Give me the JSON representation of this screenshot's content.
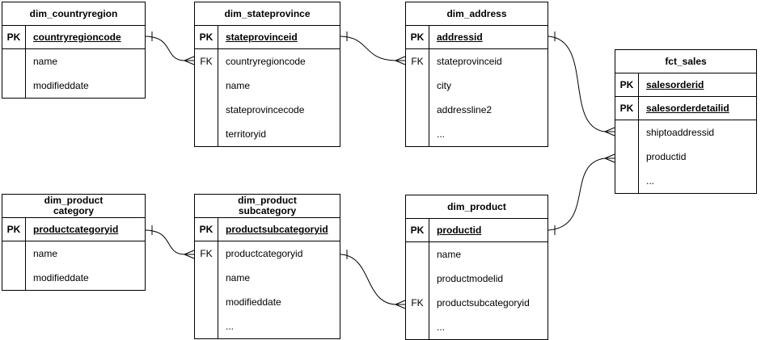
{
  "colors": {
    "stroke": "#000000",
    "background": "#ffffff"
  },
  "tables": [
    {
      "id": "dim_countryregion",
      "title_line1": "dim_countryregion",
      "rows": [
        {
          "key": "PK",
          "field": "countryregioncode"
        },
        {
          "key": "",
          "field": "name"
        },
        {
          "key": "",
          "field": "modifieddate"
        }
      ]
    },
    {
      "id": "dim_stateprovince",
      "title_line1": "dim_stateprovince",
      "rows": [
        {
          "key": "PK",
          "field": "stateprovinceid"
        },
        {
          "key": "FK",
          "field": "countryregioncode"
        },
        {
          "key": "",
          "field": "name"
        },
        {
          "key": "",
          "field": "stateprovincecode"
        },
        {
          "key": "",
          "field": "territoryid"
        }
      ]
    },
    {
      "id": "dim_address",
      "title_line1": "dim_address",
      "rows": [
        {
          "key": "PK",
          "field": "addressid"
        },
        {
          "key": "FK",
          "field": "stateprovinceid"
        },
        {
          "key": "",
          "field": "city"
        },
        {
          "key": "",
          "field": "addressline2"
        },
        {
          "key": "",
          "field": "..."
        }
      ]
    },
    {
      "id": "fct_sales",
      "title_line1": "fct_sales",
      "rows": [
        {
          "key": "PK",
          "field": "salesorderid"
        },
        {
          "key": "PK",
          "field": "salesorderdetailid"
        },
        {
          "key": "",
          "field": "shiptoaddressid"
        },
        {
          "key": "",
          "field": "productid"
        },
        {
          "key": "",
          "field": "..."
        }
      ]
    },
    {
      "id": "dim_productcategory",
      "title_line1": "dim_product",
      "title_line2": "category",
      "rows": [
        {
          "key": "PK",
          "field": "productcategoryid"
        },
        {
          "key": "",
          "field": "name"
        },
        {
          "key": "",
          "field": "modifieddate"
        }
      ]
    },
    {
      "id": "dim_productsubcategory",
      "title_line1": "dim_product",
      "title_line2": "subcategory",
      "rows": [
        {
          "key": "PK",
          "field": "productsubcategoryid"
        },
        {
          "key": "FK",
          "field": "productcategoryid"
        },
        {
          "key": "",
          "field": "name"
        },
        {
          "key": "",
          "field": "modifieddate"
        },
        {
          "key": "",
          "field": "..."
        }
      ]
    },
    {
      "id": "dim_product",
      "title_line1": "dim_product",
      "rows": [
        {
          "key": "PK",
          "field": "productid"
        },
        {
          "key": "",
          "field": "name"
        },
        {
          "key": "",
          "field": "productmodelid"
        },
        {
          "key": "FK",
          "field": "productsubcategoryid"
        },
        {
          "key": "",
          "field": "..."
        }
      ]
    }
  ],
  "relationships": [
    {
      "from_table": "dim_countryregion",
      "from_field": "countryregioncode",
      "to_table": "dim_stateprovince",
      "to_field": "countryregioncode",
      "cardinality": "one-to-many"
    },
    {
      "from_table": "dim_stateprovince",
      "from_field": "stateprovinceid",
      "to_table": "dim_address",
      "to_field": "stateprovinceid",
      "cardinality": "one-to-many"
    },
    {
      "from_table": "dim_address",
      "from_field": "addressid",
      "to_table": "fct_sales",
      "to_field": "shiptoaddressid",
      "cardinality": "one-to-many"
    },
    {
      "from_table": "dim_product",
      "from_field": "productid",
      "to_table": "fct_sales",
      "to_field": "productid",
      "cardinality": "one-to-many"
    },
    {
      "from_table": "dim_productcategory",
      "from_field": "productcategoryid",
      "to_table": "dim_productsubcategory",
      "to_field": "productcategoryid",
      "cardinality": "one-to-many"
    },
    {
      "from_table": "dim_productsubcategory",
      "from_field": "productsubcategoryid",
      "to_table": "dim_product",
      "to_field": "productsubcategoryid",
      "cardinality": "one-to-many"
    }
  ]
}
